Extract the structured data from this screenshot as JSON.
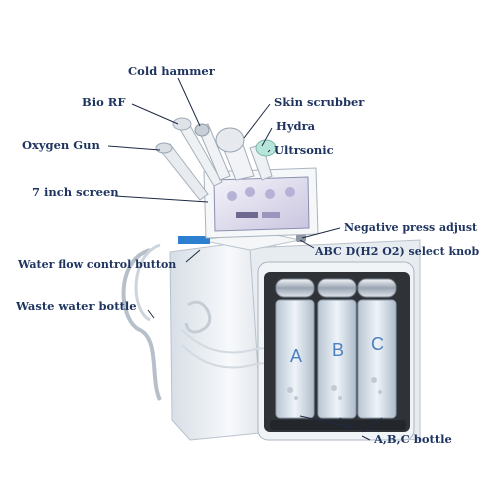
{
  "labels": {
    "cold_hammer": "Cold hammer",
    "bio_rf": "Bio RF",
    "skin_scrubber": "Skin scrubber",
    "hydra": "Hydra",
    "oxygen_gun": "Oxygen Gun",
    "ultrsonic": "Ultrsonic",
    "screen": "7 inch screen",
    "negative_press": "Negative press adjust",
    "select_knob": "ABC D(H2 O2) select knob",
    "water_flow": "Water flow control button",
    "waste_bottle": "Waste water bottle",
    "abc_bottle": "A,B,C bottle"
  },
  "bottles": {
    "a": "A",
    "b": "B",
    "c": "C"
  },
  "colors": {
    "label_text": "#1f3560",
    "leader_line": "#1f2a44",
    "body": "#eef2f6",
    "accent_blue": "#2f7fd0"
  }
}
